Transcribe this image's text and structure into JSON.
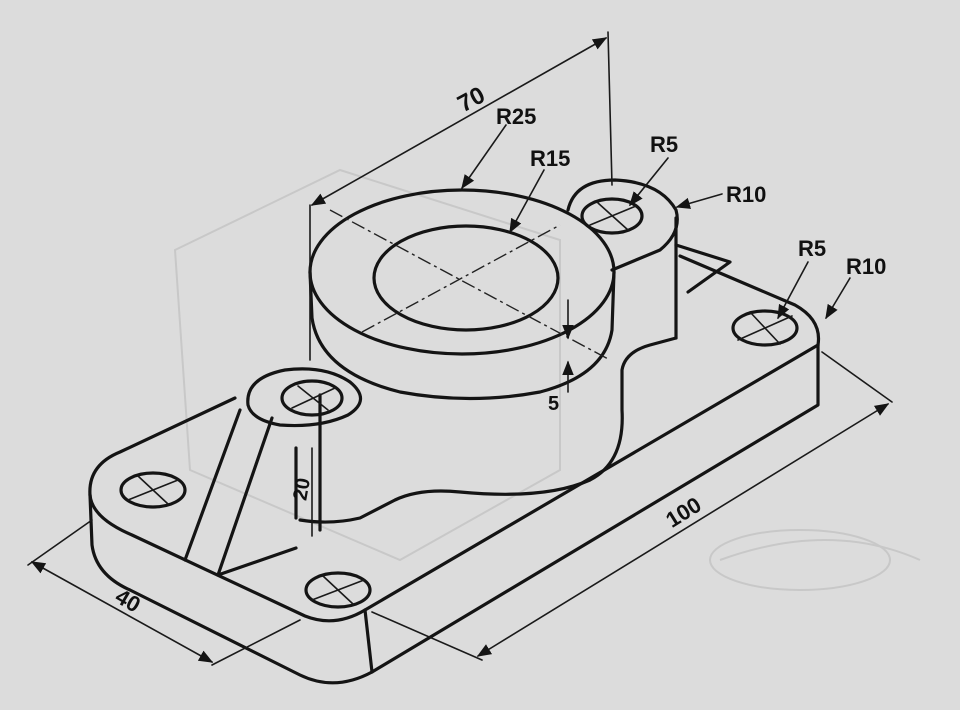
{
  "colors": {
    "paper": "#dcdcdc",
    "ink": "#141414",
    "ghost": "#c8c8c8"
  },
  "dimensions": {
    "length": "100",
    "width": "40",
    "boss_span": "70",
    "boss_outer_radius": "R25",
    "boss_inner_radius": "R15",
    "lug_hole_radius": "R5",
    "lug_radius": "R10",
    "corner_hole_radius": "R5",
    "corner_radius": "R10",
    "rib_height": "20",
    "boss_step": "5"
  }
}
